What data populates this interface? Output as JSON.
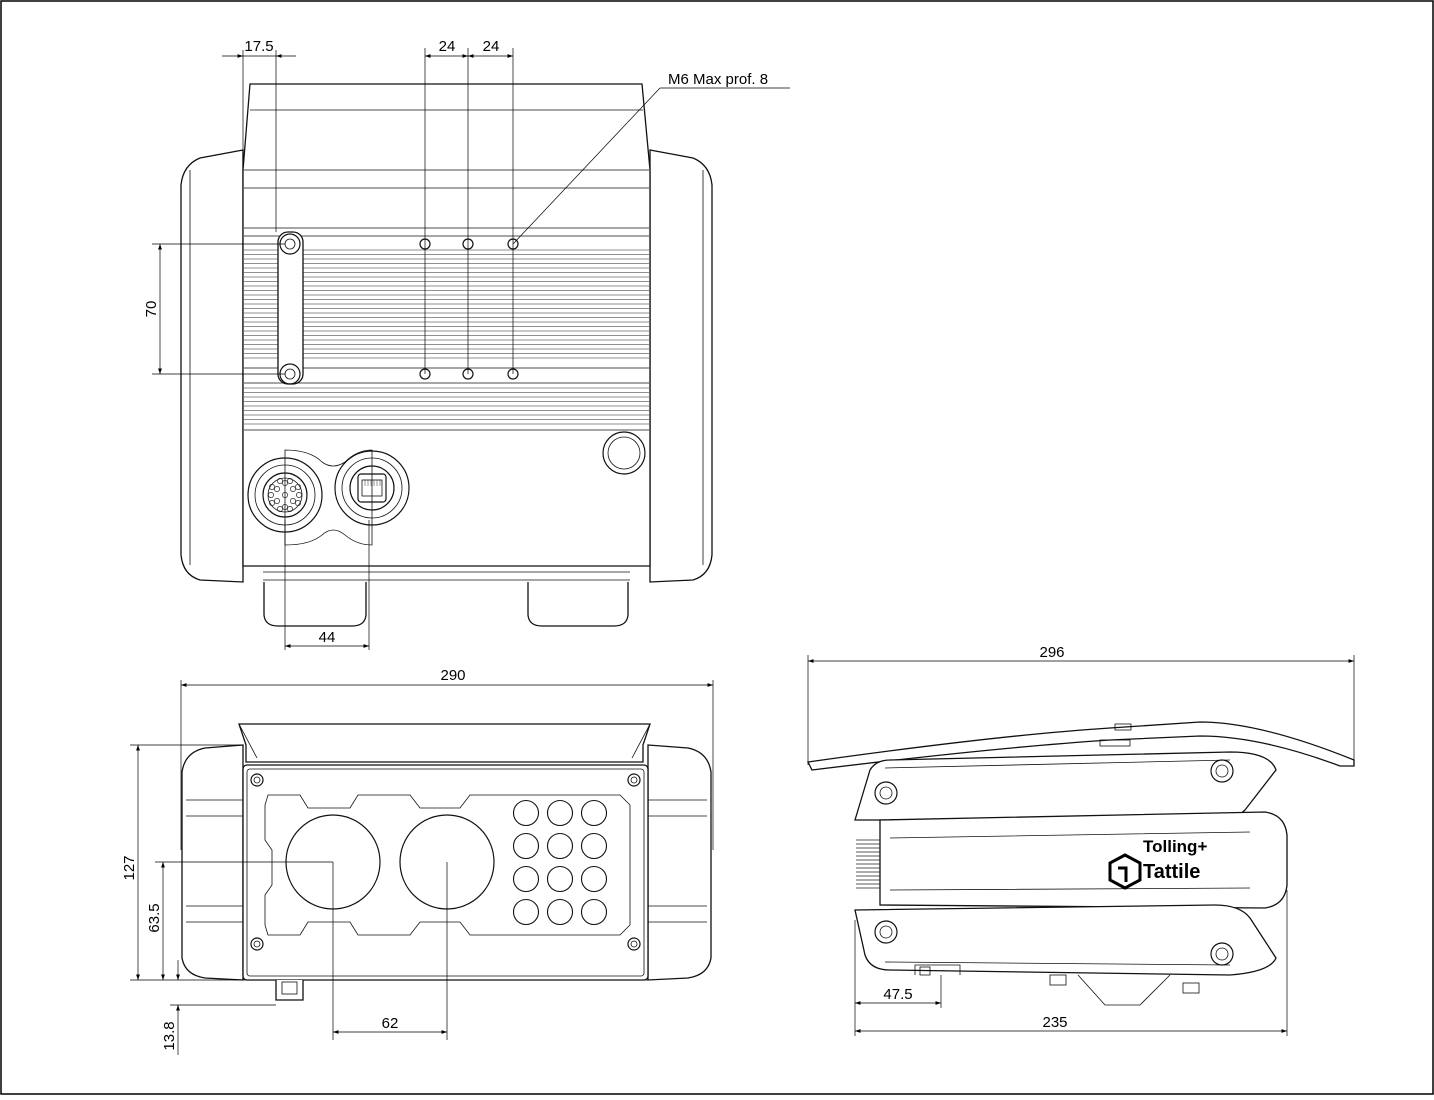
{
  "drawing": {
    "note": "M6 Max prof. 8",
    "top_view": {
      "dimensions": {
        "offset_left": "17.5",
        "hole_pitch_1": "24",
        "hole_pitch_2": "24",
        "vertical_spacing": "70",
        "connector_spacing": "44"
      }
    },
    "front_view": {
      "dimensions": {
        "width": "290",
        "height": "127",
        "lens_center_height": "63.5",
        "base_offset": "13.8",
        "lens_spacing": "62"
      }
    },
    "side_view": {
      "dimensions": {
        "overall_length": "296",
        "body_length": "235",
        "mount_offset": "47.5"
      },
      "logo": {
        "product": "Tolling+",
        "brand": "Tattile"
      }
    }
  }
}
